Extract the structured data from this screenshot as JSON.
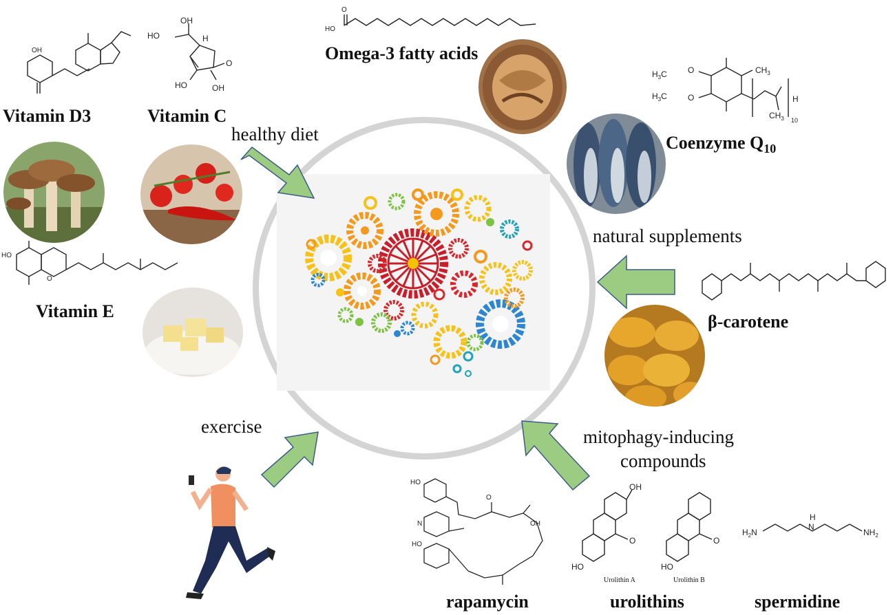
{
  "categories": {
    "healthy_diet": "healthy diet",
    "natural_supplements": "natural supplements",
    "exercise": "exercise",
    "mitophagy_line1": "mitophagy-inducing",
    "mitophagy_line2": "compounds"
  },
  "compounds": {
    "vitamin_d3": "Vitamin D3",
    "vitamin_c": "Vitamin C",
    "vitamin_e": "Vitamin E",
    "omega3": "Omega-3 fatty acids",
    "coq10_base": "Coenzyme Q",
    "coq10_sub": "10",
    "beta_carotene": "β-carotene",
    "rapamycin": "rapamycin",
    "urolithins": "urolithins",
    "spermidine": "spermidine",
    "urolithin_a": "Urolithin A",
    "urolithin_b": "Urolithin B"
  },
  "structure_labels": {
    "oh": "OH",
    "ho": "HO",
    "h": "H",
    "o": "O",
    "ch3": "CH",
    "h3c": "H",
    "sub3": "3",
    "sub10": "10",
    "n": "N",
    "h2n": "H",
    "nh2": "NH",
    "sub2": "2"
  },
  "colors": {
    "arrow_fill": "#9ccc82",
    "arrow_stroke": "#3c5a87",
    "ring": "#d3d3d3",
    "brain_panel": "#f4f4f4"
  }
}
